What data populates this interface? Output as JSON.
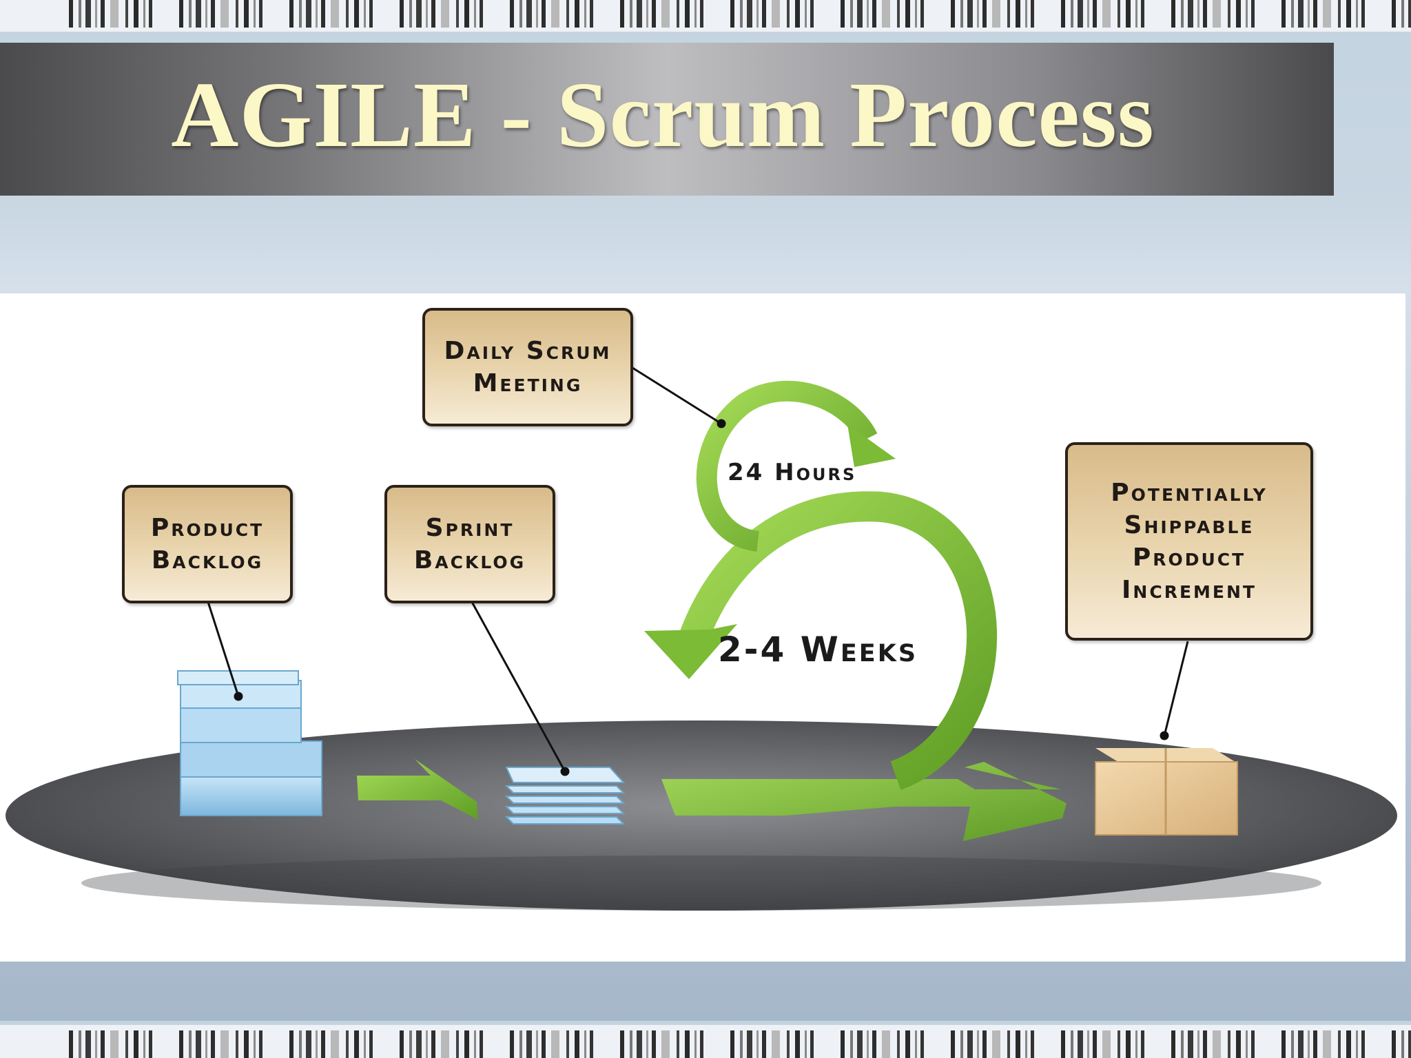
{
  "slide": {
    "title": "AGILE - Scrum Process"
  },
  "diagram": {
    "labels": {
      "product_backlog": "Product\nBacklog",
      "sprint_backlog": "Sprint\nBacklog",
      "daily_scrum": "Daily Scrum\nMeeting",
      "increment": "Potentially\nShippable\nProduct\nIncrement"
    },
    "cycle_24h": "24 Hours",
    "cycle_sprint": "2-4 Weeks"
  },
  "colors": {
    "title_text": "#fbf7c6",
    "arrow_green": "#86c63c",
    "label_fill": "#e8d3ab",
    "backlog_blue": "#9ccbe8",
    "platform_grey": "#5a5b5f"
  }
}
